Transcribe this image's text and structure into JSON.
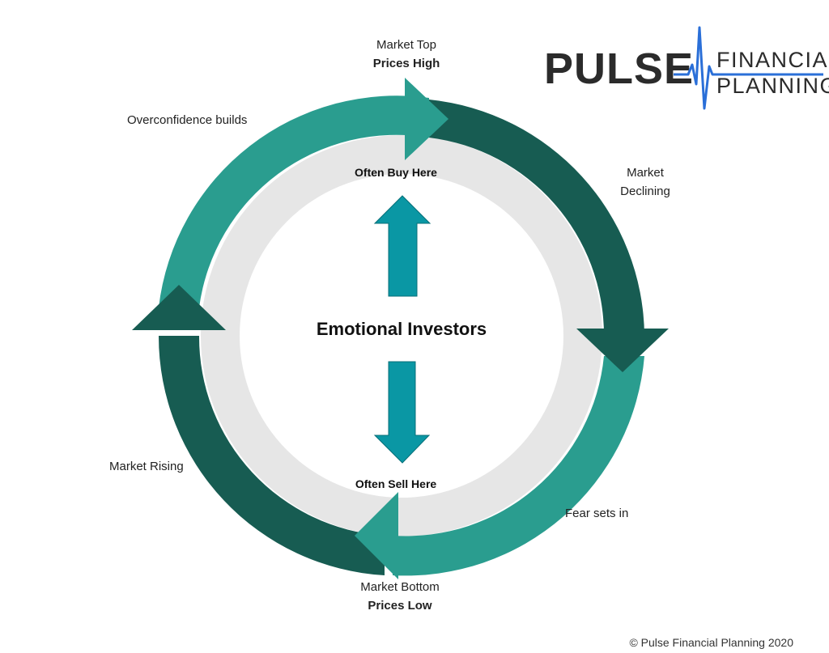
{
  "diagram": {
    "center_title": "Emotional Investors",
    "inner_top_label": "Often Buy Here",
    "inner_bottom_label": "Often Sell Here",
    "top": {
      "line1": "Market Top",
      "line2": "Prices High"
    },
    "bottom": {
      "line1": "Market Bottom",
      "line2": "Prices Low"
    },
    "upper_left": "Overconfidence builds",
    "upper_right": {
      "line1": "Market",
      "line2": "Declining"
    },
    "lower_right": "Fear sets in",
    "lower_left": "Market Rising"
  },
  "logo": {
    "word": "PULSE",
    "line1": "FINANCIAL",
    "line2": "PLANNING"
  },
  "footer": "© Pulse Financial Planning 2020",
  "colors": {
    "ring_light": "#2a9d8f",
    "ring_dark": "#175c52",
    "inner_gray": "#e6e6e6",
    "center_arrow": "#0a97a4",
    "logo_pulse_line": "#2a6fd8"
  }
}
